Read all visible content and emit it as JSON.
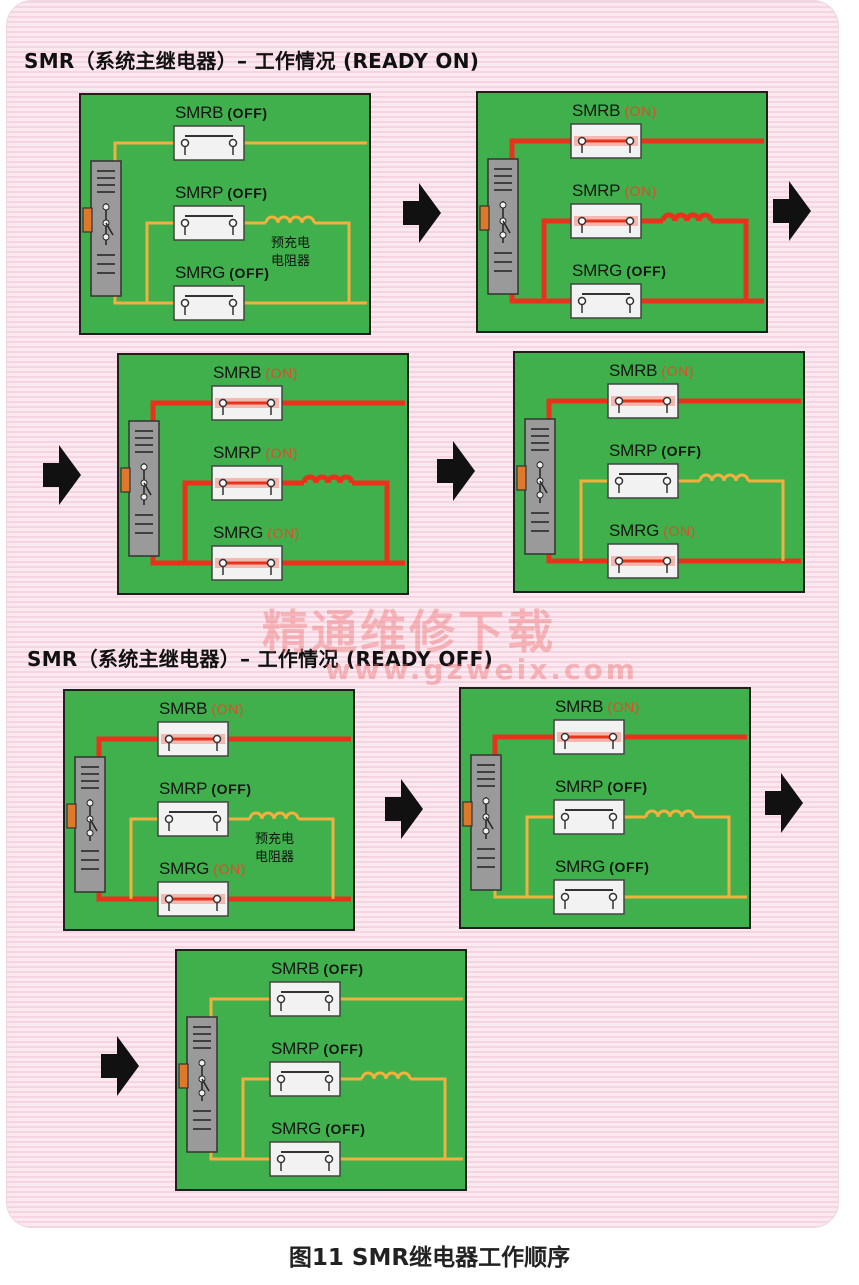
{
  "sections": [
    {
      "title": "SMR（系统主继电器）– 工作情况 (READY ON)"
    },
    {
      "title": "SMR（系统主继电器）– 工作情况 (READY OFF)"
    }
  ],
  "panels": [
    {
      "relays": [
        {
          "name": "SMRB",
          "status": "(OFF)",
          "on": false
        },
        {
          "name": "SMRP",
          "status": "(OFF)",
          "on": false
        },
        {
          "name": "SMRG",
          "status": "(OFF)",
          "on": false
        }
      ],
      "resistor_text": [
        "预充电",
        "电阻器"
      ]
    },
    {
      "relays": [
        {
          "name": "SMRB",
          "status": "(ON)",
          "on": true
        },
        {
          "name": "SMRP",
          "status": "(ON)",
          "on": true
        },
        {
          "name": "SMRG",
          "status": "(OFF)",
          "on": false
        }
      ],
      "resistor_text": []
    },
    {
      "relays": [
        {
          "name": "SMRB",
          "status": "(ON)",
          "on": true
        },
        {
          "name": "SMRP",
          "status": "(ON)",
          "on": true
        },
        {
          "name": "SMRG",
          "status": "(ON)",
          "on": true
        }
      ],
      "resistor_text": []
    },
    {
      "relays": [
        {
          "name": "SMRB",
          "status": "(ON)",
          "on": true
        },
        {
          "name": "SMRP",
          "status": "(OFF)",
          "on": false
        },
        {
          "name": "SMRG",
          "status": "(ON)",
          "on": true
        }
      ],
      "resistor_text": []
    },
    {
      "relays": [
        {
          "name": "SMRB",
          "status": "(ON)",
          "on": true
        },
        {
          "name": "SMRP",
          "status": "(OFF)",
          "on": false
        },
        {
          "name": "SMRG",
          "status": "(ON)",
          "on": true
        }
      ],
      "resistor_text": [
        "预充电",
        "电阻器"
      ]
    },
    {
      "relays": [
        {
          "name": "SMRB",
          "status": "(ON)",
          "on": true
        },
        {
          "name": "SMRP",
          "status": "(OFF)",
          "on": false
        },
        {
          "name": "SMRG",
          "status": "(OFF)",
          "on": false
        }
      ],
      "resistor_text": []
    },
    {
      "relays": [
        {
          "name": "SMRB",
          "status": "(OFF)",
          "on": false
        },
        {
          "name": "SMRP",
          "status": "(OFF)",
          "on": false
        },
        {
          "name": "SMRG",
          "status": "(OFF)",
          "on": false
        }
      ],
      "resistor_text": []
    }
  ],
  "watermark": {
    "text": "精通维修下载",
    "url": "www.gzweix.com"
  },
  "caption": "图11 SMR继电器工作顺序",
  "colors": {
    "board": "#3fb04b",
    "wire_off": "#f2b13f",
    "wire_on": "#e8321c",
    "arrow": "#111111"
  }
}
